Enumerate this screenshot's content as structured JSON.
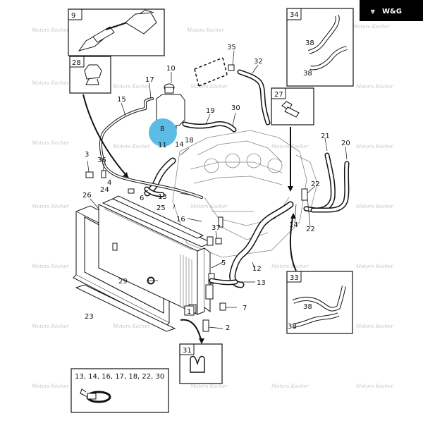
{
  "logo": {
    "text": "W&G"
  },
  "highlight": {
    "color": "#5bbde6",
    "labels": [
      "8",
      "11"
    ]
  },
  "watermark": {
    "text": "Motors Kocher"
  },
  "insets": {
    "i9": {
      "number": "9"
    },
    "i28": {
      "number": "28"
    },
    "i34": {
      "number": "34",
      "labels": [
        "38",
        "38"
      ]
    },
    "i27": {
      "number": "27"
    },
    "i33": {
      "number": "33",
      "labels": [
        "38",
        "38"
      ]
    },
    "i31": {
      "number": "31"
    },
    "ilist": {
      "label": "13, 14, 16, 17, 18, 22, 30"
    }
  },
  "callouts": {
    "c1": "1",
    "c2": "2",
    "c3": "3",
    "c4": "4",
    "c5": "5",
    "c6": "6",
    "c7": "7",
    "c10": "10",
    "c12": "12",
    "c13a": "13",
    "c13b": "13",
    "c14a": "14",
    "c14b": "14",
    "c15": "15",
    "c16": "16",
    "c17": "17",
    "c18": "18",
    "c19": "19",
    "c20": "20",
    "c21": "21",
    "c22a": "22",
    "c22b": "22",
    "c23": "23",
    "c24": "24",
    "c25": "25",
    "c26": "26",
    "c29": "29",
    "c30": "30",
    "c32": "32",
    "c35": "35",
    "c36": "36",
    "c37": "37"
  }
}
